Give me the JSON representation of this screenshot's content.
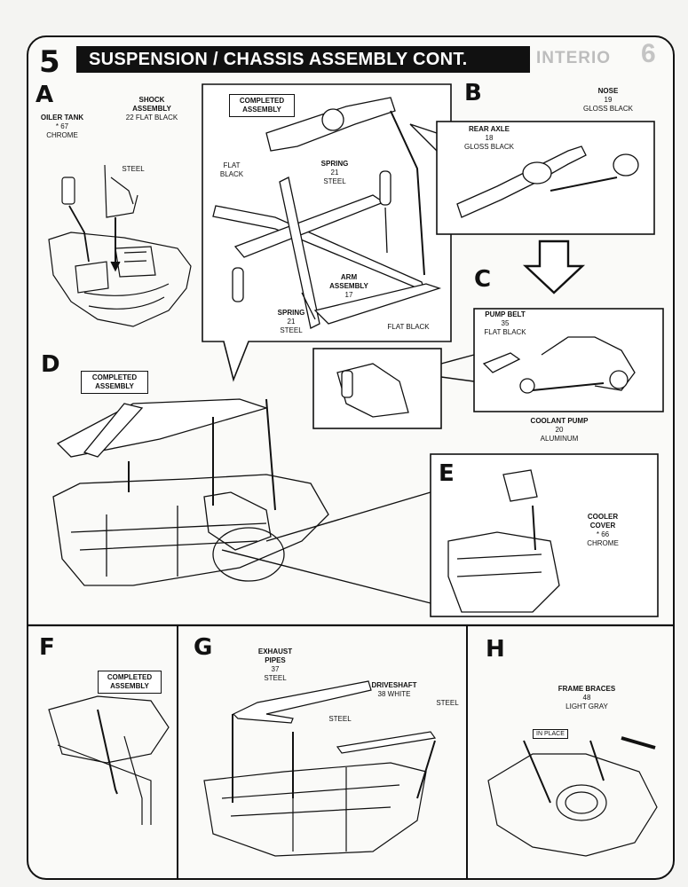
{
  "header": {
    "step_number": "5",
    "title": "SUSPENSION / CHASSIS  ASSEMBLY CONT.",
    "bleed_title": "INTERIO",
    "bleed_step": "6"
  },
  "panels": {
    "A": {
      "letter": "A"
    },
    "B": {
      "letter": "B"
    },
    "C": {
      "letter": "C"
    },
    "D": {
      "letter": "D"
    },
    "E": {
      "letter": "E"
    },
    "F": {
      "letter": "F"
    },
    "G": {
      "letter": "G"
    },
    "H": {
      "letter": "H"
    }
  },
  "parts": {
    "oiler_tank": {
      "name": "OILER TANK",
      "num": "* 67",
      "finish": "CHROME"
    },
    "shock": {
      "name": "SHOCK ASSEMBLY",
      "num": "22",
      "finish": "FLAT BLACK"
    },
    "steel_a": "STEEL",
    "completed_center": "COMPLETED ASSEMBLY",
    "flat_black_left": "FLAT BLACK",
    "spring_top": {
      "name": "SPRING",
      "num": "21",
      "finish": "STEEL"
    },
    "arm": {
      "name": "ARM ASSEMBLY",
      "num": "17"
    },
    "spring_bottom": {
      "name": "SPRING",
      "num": "21",
      "finish": "STEEL"
    },
    "flat_black_right": "FLAT BLACK",
    "rear_axle": {
      "name": "REAR AXLE",
      "num": "18",
      "finish": "GLOSS BLACK"
    },
    "nose": {
      "name": "NOSE",
      "num": "19",
      "finish": "GLOSS BLACK"
    },
    "pump_belt": {
      "name": "PUMP BELT",
      "num": "35",
      "finish": "FLAT BLACK"
    },
    "coolant_pump": {
      "name": "COOLANT PUMP",
      "num": "20",
      "finish": "ALUMINUM"
    },
    "completed_d": "COMPLETED ASSEMBLY",
    "cooler_cover": {
      "name": "COOLER COVER",
      "num": "* 66",
      "finish": "CHROME"
    },
    "completed_f": "COMPLETED ASSEMBLY",
    "exhaust": {
      "name": "EXHAUST PIPES",
      "num": "37",
      "finish": "STEEL"
    },
    "driveshaft": {
      "name": "DRIVESHAFT",
      "num": "38",
      "finish": "WHITE"
    },
    "steel_g1": "STEEL",
    "steel_g2": "STEEL",
    "frame_braces": {
      "name": "FRAME BRACES",
      "num": "48",
      "finish": "LIGHT GRAY"
    },
    "in_place": "IN PLACE"
  }
}
